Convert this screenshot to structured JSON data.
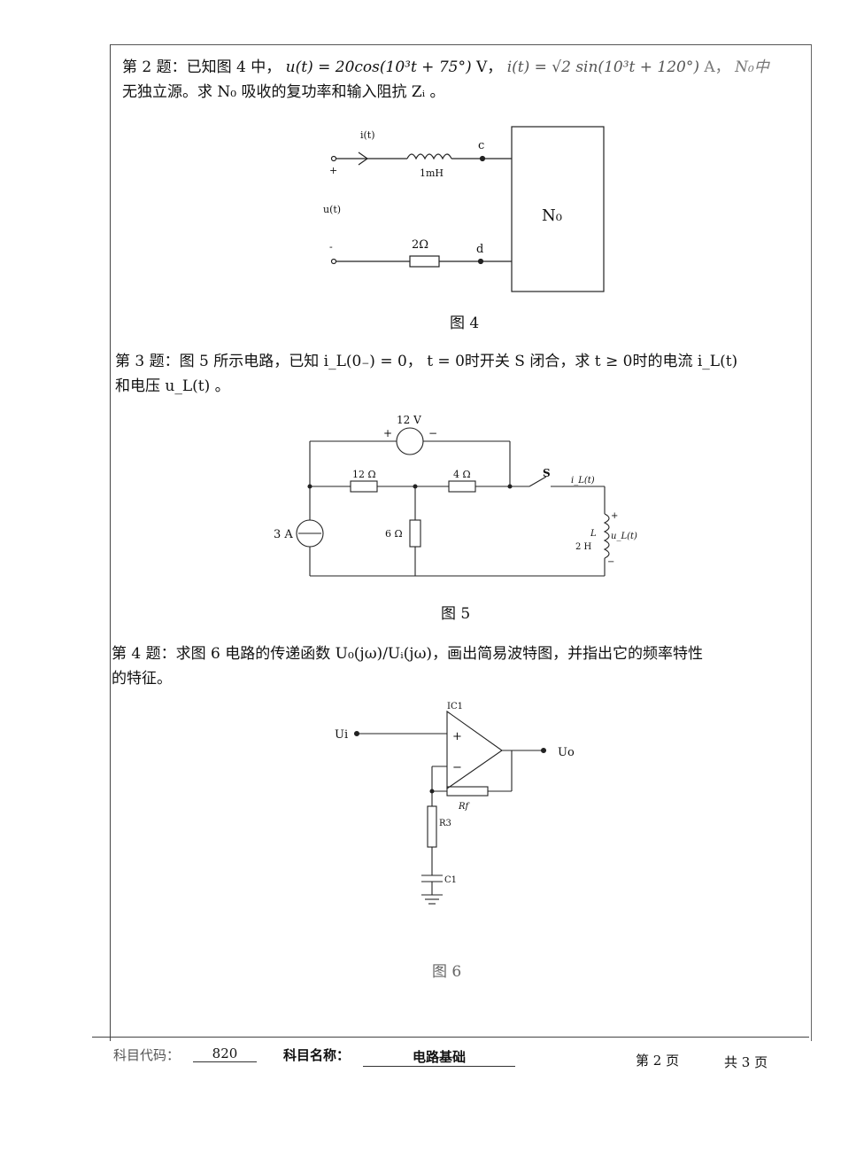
{
  "q2": {
    "line1_a": "第 2 题：已知图 4 中，",
    "u_eq": "u(t) = 20cos(10³t + 75°)",
    "unit_v": "V，",
    "i_eq": "i(t) = √2 sin(10³t + 120°)",
    "unit_a": "A，",
    "n0_text": "N₀中",
    "line2": "无独立源。求 N₀ 吸收的复功率和输入阻抗 Zᵢ 。",
    "fig": {
      "i_label": "i(t)",
      "plus": "+",
      "l_label": "1mH",
      "c_label": "c",
      "u_label": "u(t)",
      "minus": "-",
      "r_label": "2Ω",
      "d_label": "d",
      "box_label": "N₀"
    },
    "caption": "图 4"
  },
  "q3": {
    "line1": "第 3 题：图 5 所示电路，已知 i_L(0₋) = 0， t = 0时开关 S 闭合，求 t ≥ 0时的电流 i_L(t)",
    "line2": "和电压 u_L(t) 。",
    "fig": {
      "v_src": "12 V",
      "plus": "+",
      "minus": "−",
      "r12": "12 Ω",
      "r4": "4 Ω",
      "r6": "6 Ω",
      "i_src": "3 A",
      "switch": "S",
      "il": "i_L(t)",
      "l_name": "L",
      "l_val": "2 H",
      "ul": "u_L(t)",
      "lplus": "+",
      "lminus": "−"
    },
    "caption": "图 5"
  },
  "q4": {
    "line1": "第 4 题：求图 6 电路的传递函数 U₀(jω)/Uᵢ(jω)，画出简易波特图，并指出它的频率特性",
    "line2": "的特征。",
    "fig": {
      "ui": "Ui",
      "uo": "Uo",
      "ic": "IC1",
      "plus": "+",
      "minus": "−",
      "rf": "Rf",
      "r3": "R3",
      "c1": "C1"
    },
    "caption": "图 6"
  },
  "footer": {
    "code_label": "科目代码：",
    "code_value": "820",
    "name_label": "科目名称：",
    "name_value": "电路基础",
    "page": "第 2 页",
    "total": "共 3 页"
  }
}
